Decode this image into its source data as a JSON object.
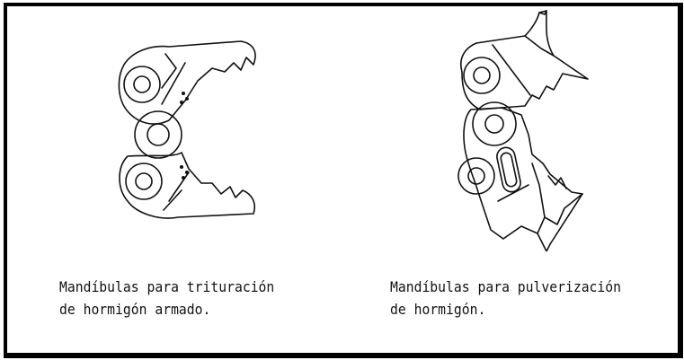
{
  "figures": [
    {
      "id": "trituracion",
      "caption_lines": [
        "Mandíbulas para trituración",
        "de hormigón armado."
      ]
    },
    {
      "id": "pulverizacion",
      "caption_lines": [
        "Mandíbulas para pulverización",
        "de hormigón."
      ]
    }
  ],
  "colors": {
    "ink": "#111111",
    "frame": "#000000",
    "background": "#ffffff"
  }
}
